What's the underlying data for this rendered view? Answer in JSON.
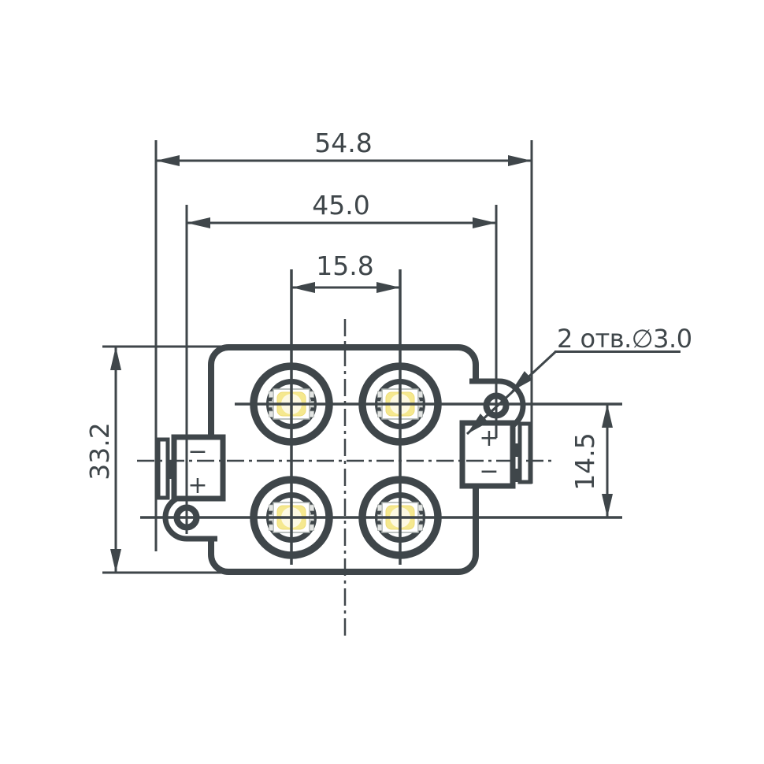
{
  "drawing": {
    "title": "LED module dimensional drawing",
    "dimensions": {
      "overall_width": "54.8",
      "hole_spacing": "45.0",
      "led_spacing": "15.8",
      "body_height": "33.2",
      "hole_offset": "14.5"
    },
    "hole_note": "2 отв.∅3.0",
    "connectors": {
      "left_top_label": "−",
      "left_bottom_label": "+",
      "right_top_label": "+",
      "right_bottom_label": "−"
    },
    "colors": {
      "line": "#3f464a",
      "led_yellow": "#f5e88e",
      "led_highlight": "#fdf9e3",
      "background": "#ffffff"
    },
    "led_count": 4,
    "mounting_hole_count": 2
  }
}
